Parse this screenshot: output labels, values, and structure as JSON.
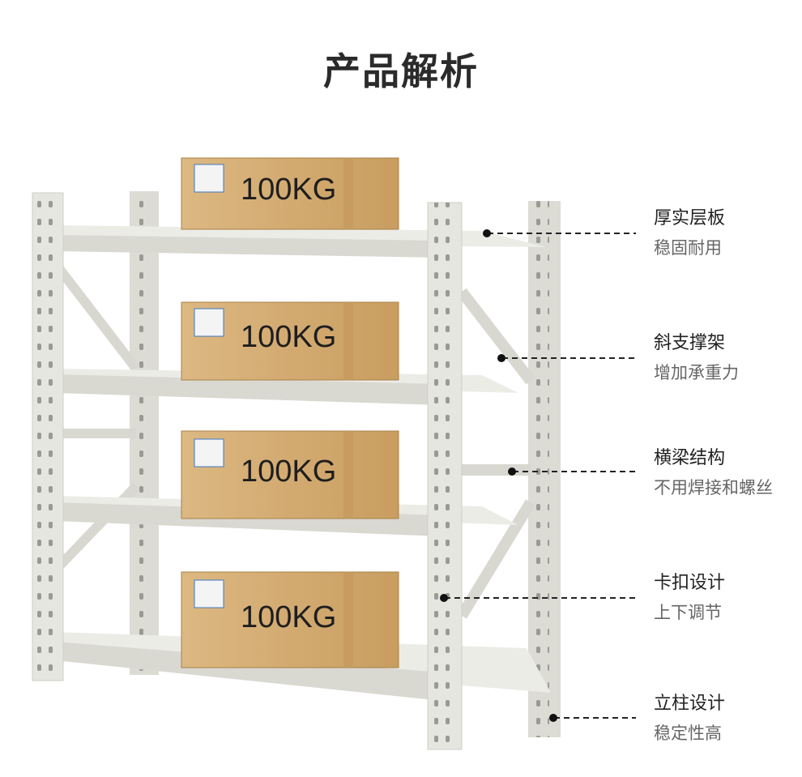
{
  "page": {
    "title": "产品解析"
  },
  "box_label": "100KG",
  "features": [
    {
      "heading": "厚实层板",
      "sub": "稳固耐用"
    },
    {
      "heading": "斜支撑架",
      "sub": "增加承重力"
    },
    {
      "heading": "横梁结构",
      "sub": "不用焊接和螺丝"
    },
    {
      "heading": "卡扣设计",
      "sub": "上下调节"
    },
    {
      "heading": "立柱设计",
      "sub": "稳定性高"
    }
  ],
  "colors": {
    "frame": "#e7e7e1",
    "frame_shade": "#cfcfc8",
    "box": "#d8b27a",
    "box_dark": "#b88d52",
    "accent_label": "#2f6fc0"
  }
}
